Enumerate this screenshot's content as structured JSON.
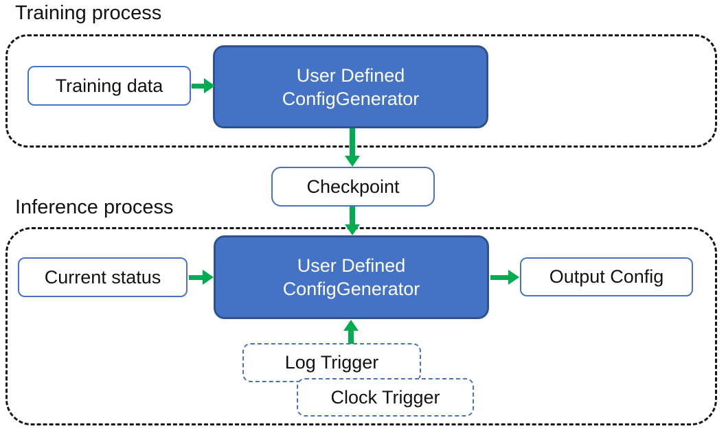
{
  "colors": {
    "generator_fill": "#4472C4",
    "generator_border": "#2F528F",
    "white_box_border": "#4472C4",
    "trigger_dash_border": "#4472C4",
    "container_dash_border": "#151515",
    "arrow_green": "#00AC50",
    "text_dark": "#111111",
    "text_light": "#FFFFFF",
    "background": "#FFFFFF"
  },
  "training": {
    "title": "Training process",
    "input_label": "Training data",
    "generator_label": "User Defined\nConfigGenerator"
  },
  "checkpoint_label": "Checkpoint",
  "inference": {
    "title": "Inference process",
    "input_label": "Current status",
    "generator_label": "User Defined\nConfigGenerator",
    "output_label": "Output Config",
    "log_trigger_label": "Log Trigger",
    "clock_trigger_label": "Clock Trigger"
  }
}
